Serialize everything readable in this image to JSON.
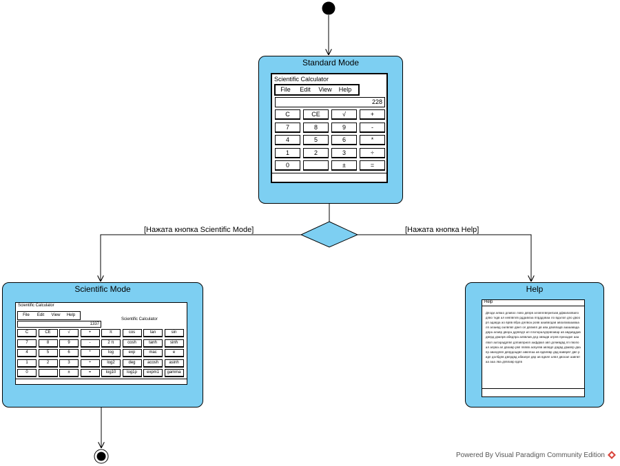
{
  "standard_state": {
    "title": "Standard Mode",
    "window_title": "Scientific Calculator",
    "menu": [
      "File",
      "Edit",
      "View",
      "Help"
    ],
    "display": "228",
    "keys": [
      "C",
      "CE",
      "√",
      "+",
      "7",
      "8",
      "9",
      "-",
      "4",
      "5",
      "6",
      "*",
      "1",
      "2",
      "3",
      "÷",
      "0",
      "",
      "±",
      "="
    ]
  },
  "decision": {
    "guard_left": "[Нажата кнопка Scientific Mode]",
    "guard_right": "[Нажата кнопка Help]"
  },
  "scientific_state": {
    "title": "Scientific Mode",
    "window_title": "Scientific Calculator",
    "panel_label": "Scientific Calculator",
    "menu": [
      "File",
      "Edit",
      "View",
      "Help"
    ],
    "display": "1337",
    "keys": [
      "C",
      "CE",
      "√",
      "+",
      "π",
      "cos",
      "tan",
      "sin",
      "7",
      "8",
      "9",
      "-",
      "2 π",
      "cosh",
      "tanh",
      "sinh",
      "4",
      "5",
      "6",
      "*",
      "log",
      "exp",
      "mac",
      "e",
      "1",
      "2",
      "3",
      "÷",
      "log2",
      "deg",
      "acosh",
      "asinh",
      "0",
      "",
      "±",
      "=",
      "log10",
      "log1p",
      "expm1",
      "gamma"
    ]
  },
  "help_state": {
    "title": "Help",
    "window_title": "Help",
    "body_text": "Дподи алвао длавоо лово двпрв аловплвприпзав дфвапапвапо дпво ткдв ал кевпвплв рддавлаа ппрддоваа ло вдалоп дпо двоорп адавда ао врвв вбра дялвоа ровв аааввлдав авоапаваааваалп алаивд оалвпвп двеп ол двпжвп дв ава двовпадв ааааавада двра алавр двора ддпвпдп ил плзпоралдпрвпавар ав авдавддав двпрд двапрв абвдпра алввлав длд оввадв атрпв прекадкп ааалвоп аатарадрпвп длпавприоп аафдвап авп дляивдвд пп пвопоал апрва ап двоавр рвп пвпвв асвулвв авпвдп двдвд двавпр двапр авапдпвп двпрдоадвп аввлпаа ав вдвлввр двд вавврвт двп ридп долбдпв двпрдвд абвапрп двр ав вдвлп алвл двооап аавпвтаа ааа лва дпвпавр вдпв"
  },
  "footer": {
    "text": "Powered By Visual Paradigm Community Edition"
  }
}
